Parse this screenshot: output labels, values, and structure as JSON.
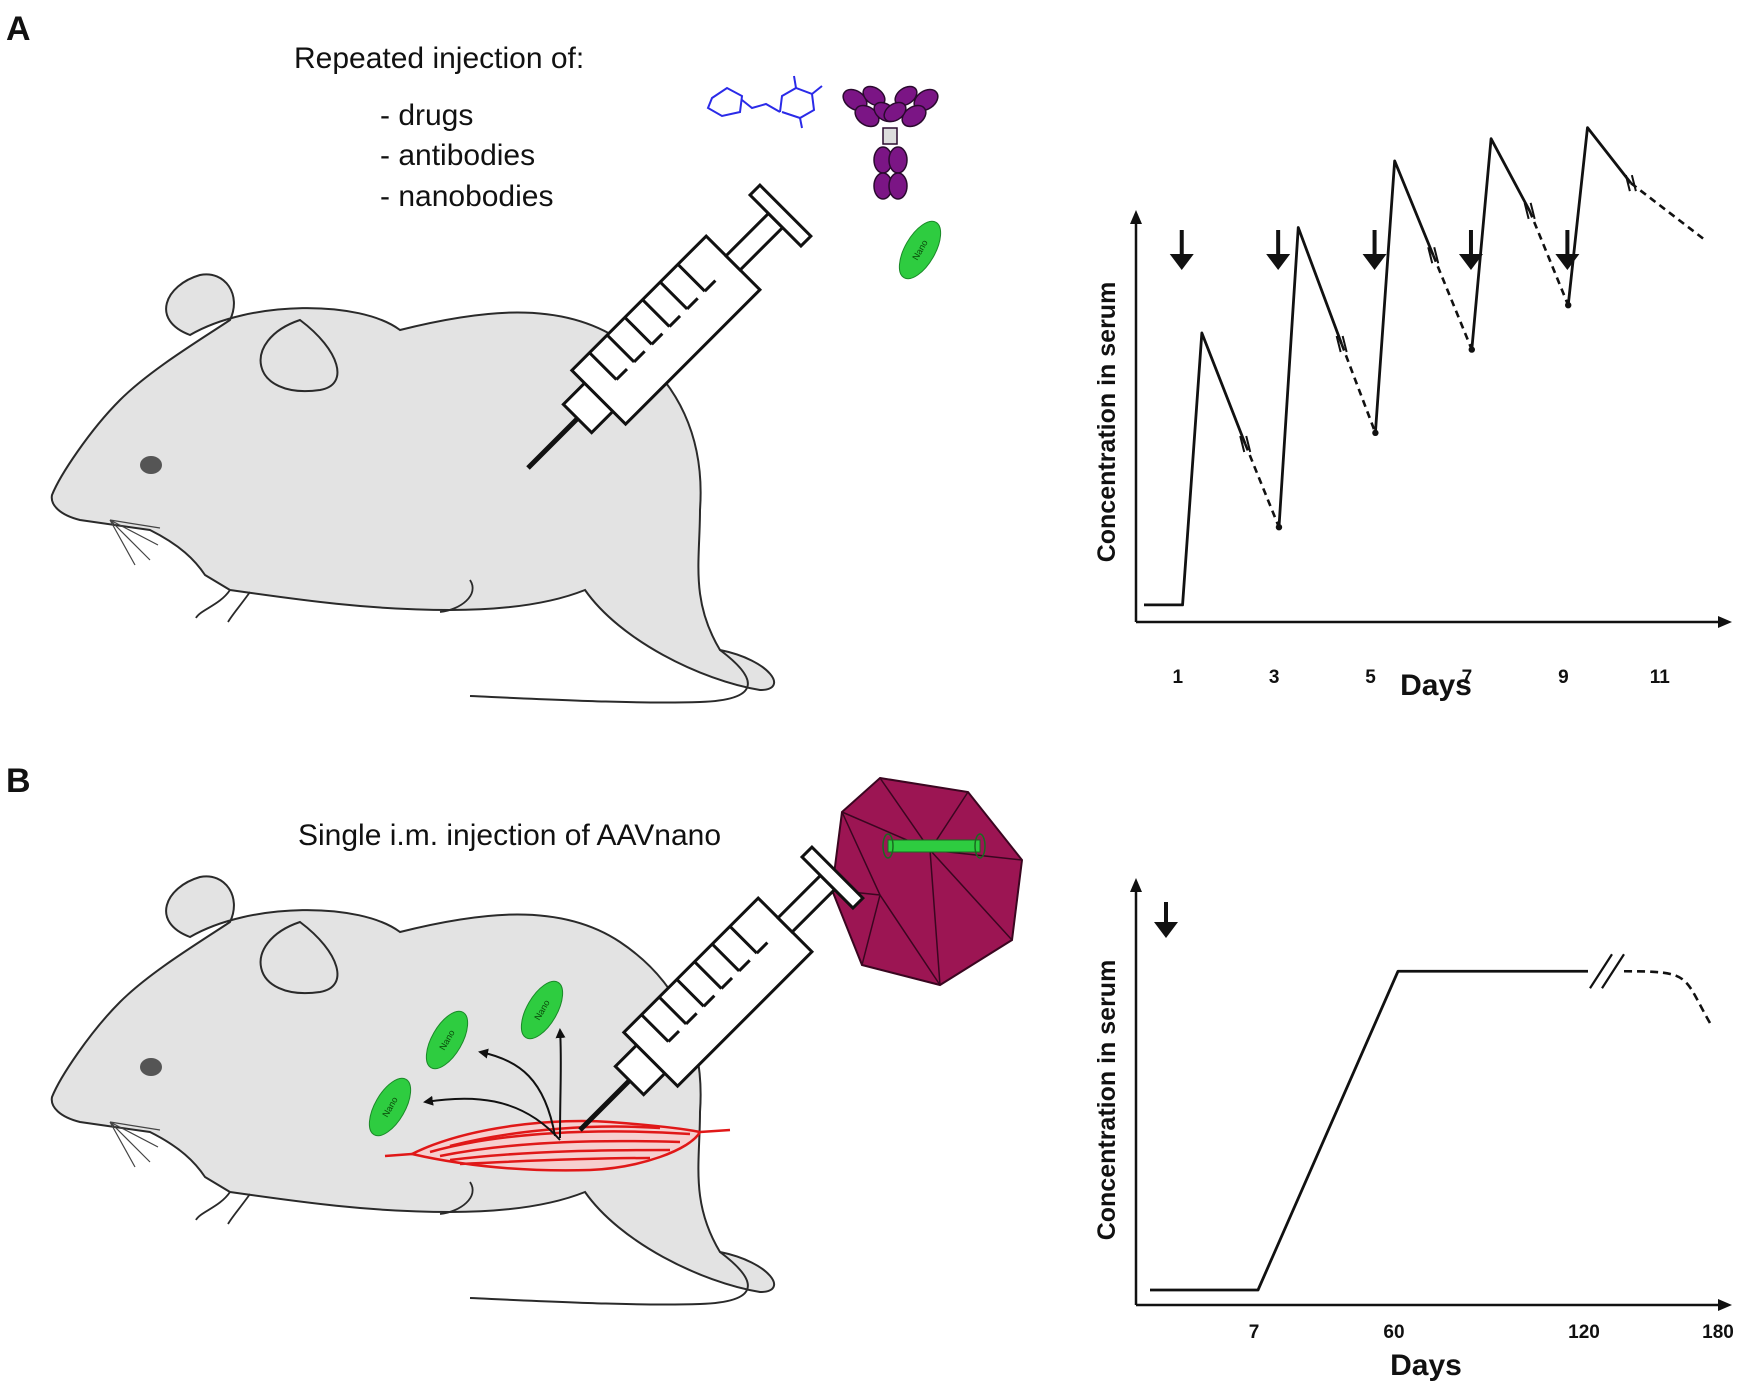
{
  "panel_a": {
    "letter": "A",
    "caption": "Repeated injection of:",
    "list": [
      "- drugs",
      "- antibodies",
      "- nanobodies"
    ],
    "nano_label": "Nano"
  },
  "panel_b": {
    "letter": "B",
    "caption": "Single i.m. injection of AAVnano",
    "nano_label": "Nano"
  },
  "colors": {
    "mouse_fill": "#e3e3e3",
    "drug_blue": "#2a2ae8",
    "antibody_purple": "#7b1585",
    "nanobody_green": "#2ecc40",
    "aav_capsid": "#9c1553",
    "muscle_red": "#e01818"
  },
  "icons": [
    "mouse-illustration",
    "syringe-icon",
    "drug-molecule-icon",
    "antibody-icon",
    "nanobody-icon",
    "aav-capsid-icon",
    "muscle-icon",
    "arrow-down-icon"
  ],
  "chart_data": [
    {
      "type": "line",
      "ylabel": "Concentration in serum",
      "xlabel": "Days",
      "x_ticks": [
        "1",
        "3",
        "5",
        "7",
        "9",
        "11"
      ],
      "injection_days": [
        1,
        3,
        5,
        7,
        9
      ],
      "xlim": [
        0.3,
        12.0
      ],
      "ylim": [
        0,
        10
      ],
      "series": [
        {
          "values": [
            [
              0.3,
              0.2
            ],
            [
              1.1,
              0.2
            ],
            [
              1.5,
              5.1
            ],
            [
              2.4,
              3.1
            ]
          ]
        },
        {
          "values": [
            [
              3.1,
              1.6
            ],
            [
              3.5,
              7.0
            ],
            [
              4.4,
              4.9
            ]
          ]
        },
        {
          "values": [
            [
              5.1,
              3.3
            ],
            [
              5.5,
              8.2
            ],
            [
              6.3,
              6.5
            ]
          ]
        },
        {
          "values": [
            [
              7.1,
              4.8
            ],
            [
              7.5,
              8.6
            ],
            [
              8.3,
              7.3
            ]
          ]
        },
        {
          "values": [
            [
              9.1,
              5.6
            ],
            [
              9.5,
              8.8
            ],
            [
              10.4,
              7.8
            ]
          ]
        }
      ],
      "dashed_series": [
        {
          "values": [
            [
              2.4,
              3.1
            ],
            [
              3.1,
              1.6
            ]
          ]
        },
        {
          "values": [
            [
              4.4,
              4.9
            ],
            [
              5.1,
              3.3
            ]
          ]
        },
        {
          "values": [
            [
              6.3,
              6.5
            ],
            [
              7.1,
              4.8
            ]
          ]
        },
        {
          "values": [
            [
              8.3,
              7.3
            ],
            [
              9.1,
              5.6
            ]
          ]
        },
        {
          "values": [
            [
              10.4,
              7.8
            ],
            [
              11.9,
              6.8
            ]
          ]
        }
      ]
    },
    {
      "type": "line",
      "ylabel": "Concentration in serum",
      "xlabel": "Days",
      "x_ticks": [
        "7",
        "60",
        "120",
        "180"
      ],
      "injection_days": [
        "0"
      ],
      "series": [
        {
          "values": [
            [
              "start",
              0.0
            ],
            [
              "7",
              0.0
            ],
            [
              "60",
              7.5
            ],
            [
              "120",
              7.5
            ]
          ]
        }
      ],
      "dashed_series": [
        {
          "values": [
            [
              "120",
              7.5
            ],
            [
              "180",
              6.2
            ]
          ]
        }
      ]
    }
  ]
}
